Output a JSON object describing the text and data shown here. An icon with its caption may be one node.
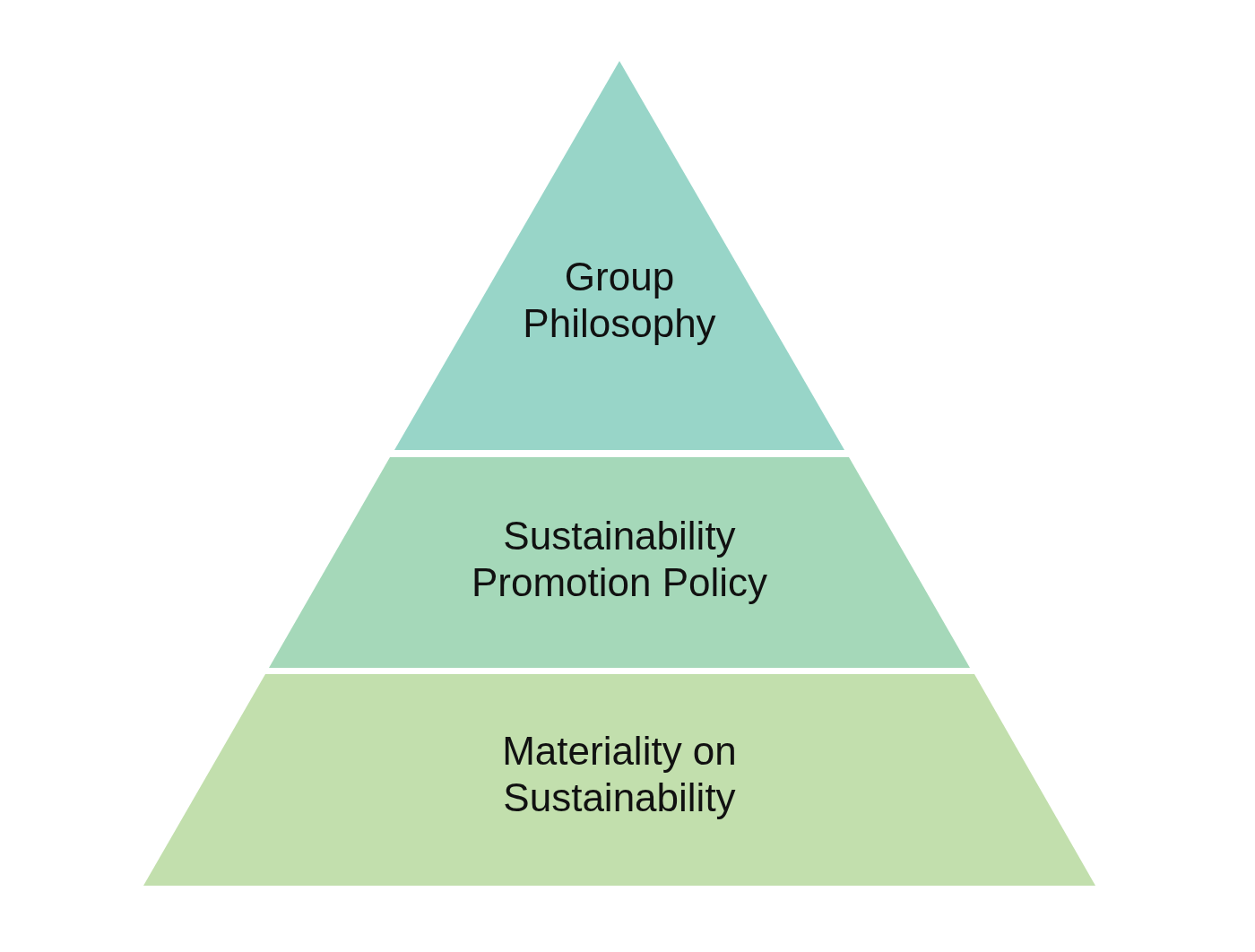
{
  "diagram": {
    "nodes": [
      {
        "text": [
          "Group Philosophy"
        ]
      },
      {
        "text": [
          "Sustainability Promotion Policy"
        ]
      },
      {
        "text": [
          "Materiality on Sustainability"
        ]
      }
    ]
  }
}
